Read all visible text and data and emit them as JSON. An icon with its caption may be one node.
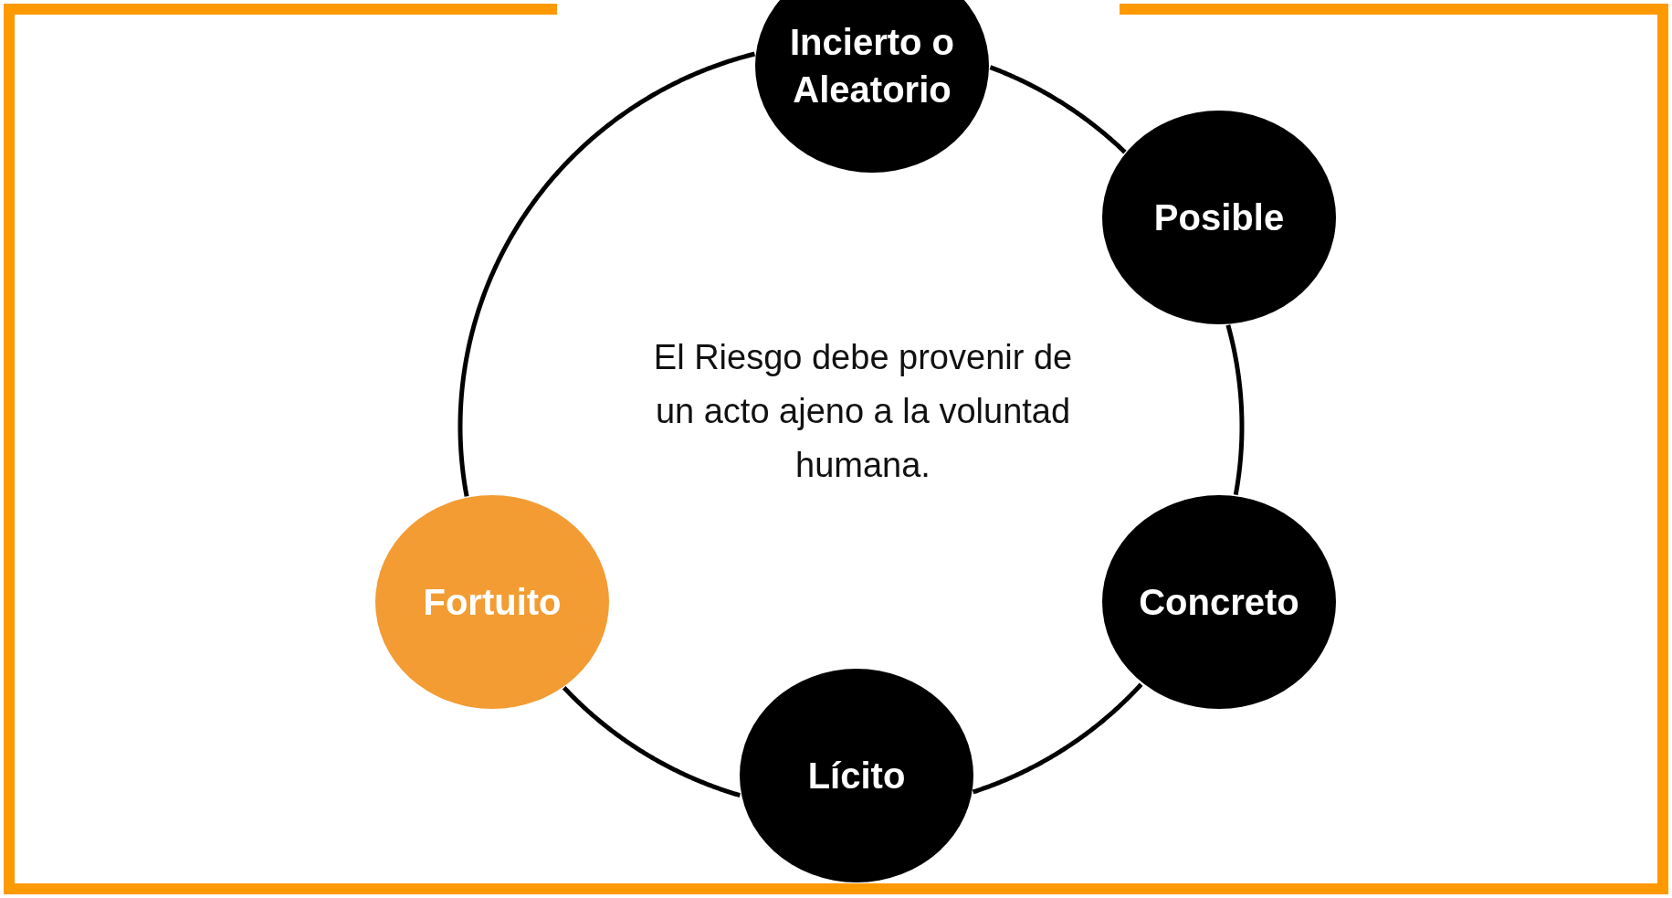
{
  "diagram": {
    "nodes": [
      {
        "text": [
          "Incierto o Aleatorio"
        ]
      },
      {
        "text": [
          "Posible"
        ]
      },
      {
        "text": [
          "Fortuito"
        ]
      },
      {
        "text": [
          "Concreto"
        ]
      },
      {
        "text": [
          "Lícito"
        ]
      }
    ],
    "edges": [
      {
        "from": 0,
        "to": 1,
        "arrow": "none"
      },
      {
        "from": 1,
        "to": 3,
        "arrow": "none"
      },
      {
        "from": 3,
        "to": 4,
        "arrow": "none"
      },
      {
        "from": 4,
        "to": 2,
        "arrow": "none"
      },
      {
        "from": 2,
        "to": 0,
        "arrow": "none"
      }
    ],
    "labels": [
      "El Riesgo debe provenir de un acto ajeno a la voluntad humana."
    ]
  }
}
